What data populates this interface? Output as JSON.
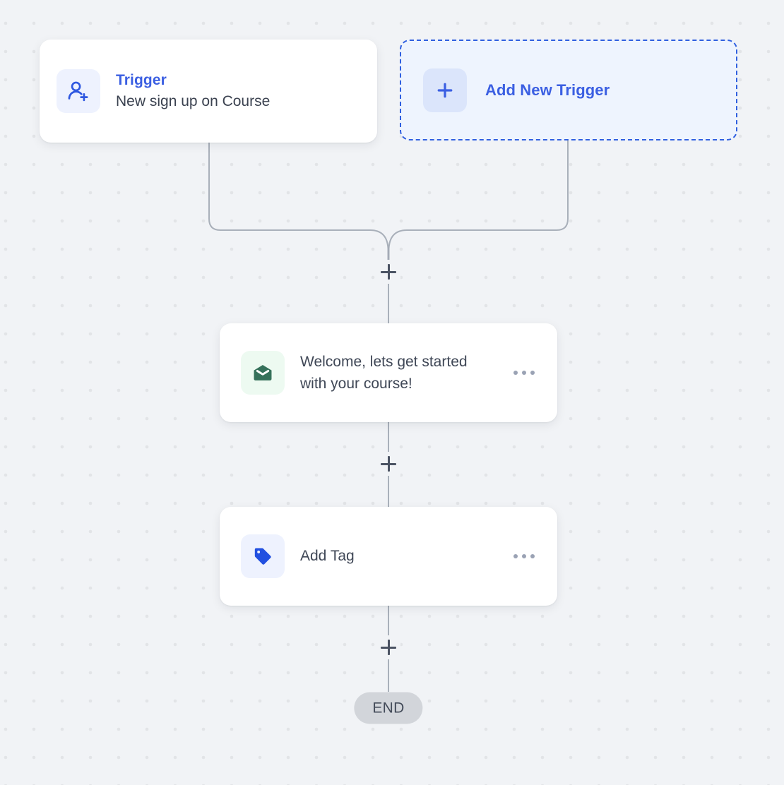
{
  "canvas": {
    "background_color": "#f1f3f6",
    "dot_color": "#e2e4e7",
    "connector_color": "#9ca3af"
  },
  "accent_colors": {
    "primary_blue": "#3b5fe2",
    "tag_blue": "#2250e0",
    "email_green": "#35715a",
    "text_dark": "#3f4756",
    "muted": "#9aa2b4"
  },
  "triggers": {
    "existing": {
      "icon": "user-plus-icon",
      "kicker": "Trigger",
      "subtitle": "New sign up on Course"
    },
    "add_new": {
      "icon": "plus-icon",
      "label": "Add New Trigger"
    }
  },
  "steps": [
    {
      "id": "email-step",
      "icon": "envelope-icon",
      "title": "Welcome, lets get started with your course!",
      "menu_icon": "more-horizontal-icon"
    },
    {
      "id": "tag-step",
      "icon": "tag-icon",
      "title": "Add Tag",
      "menu_icon": "more-horizontal-icon"
    }
  ],
  "connectors": {
    "add_step_icon": "plus-icon",
    "add_step_label": "+"
  },
  "end": {
    "label": "END"
  }
}
